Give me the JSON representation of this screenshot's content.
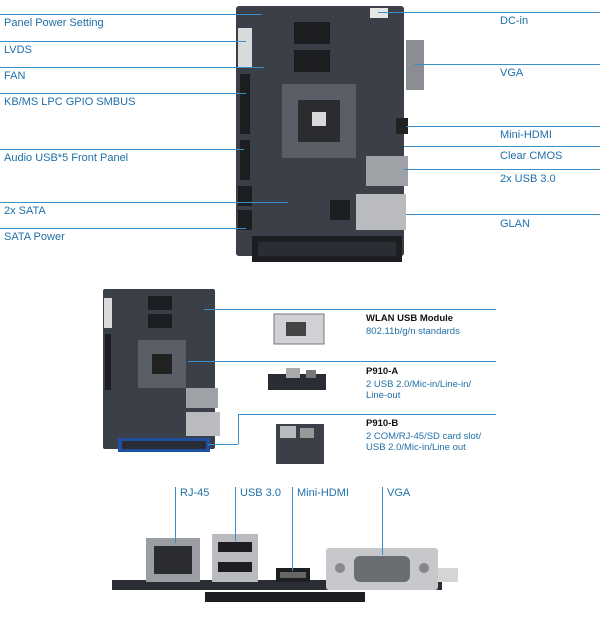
{
  "top_labels_left": [
    "Panel Power Setting",
    "LVDS",
    "FAN",
    "KB/MS LPC GPIO SMBUS",
    "Audio USB*5 Front Panel",
    "2x SATA",
    "SATA Power"
  ],
  "top_labels_right": [
    "DC-in",
    "VGA",
    "Mini-HDMI",
    "Clear CMOS",
    "2x USB 3.0",
    "GLAN"
  ],
  "modules": [
    {
      "title": "WLAN USB Module",
      "desc": "802.11b/g/n standards"
    },
    {
      "title": "P910-A",
      "desc_lines": [
        "2 USB 2.0/Mic-in/Line-in/",
        "Line-out"
      ]
    },
    {
      "title": "P910-B",
      "desc_lines": [
        "2 COM/RJ-45/SD card slot/",
        "USB 2.0/Mic-in/Line out"
      ]
    }
  ],
  "bottom_labels": [
    "RJ-45",
    "USB 3.0",
    "Mini-HDMI",
    "VGA"
  ],
  "colors": {
    "accent": "#3a8fc8",
    "label": "#1f6fa8",
    "board": "#3b3f47",
    "board_dark": "#1c1e22"
  }
}
